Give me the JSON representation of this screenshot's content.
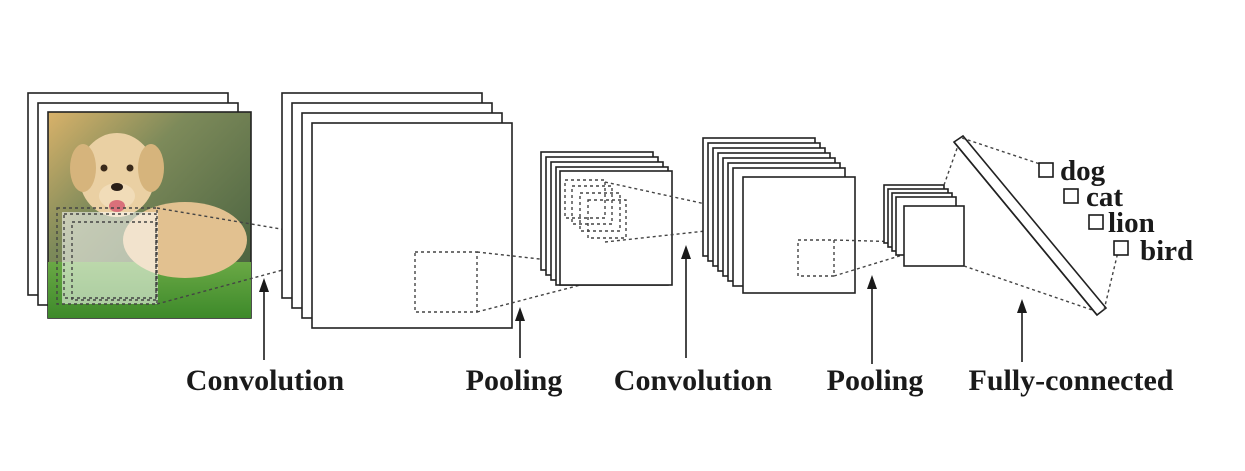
{
  "stages": {
    "convolution_1": "Convolution",
    "pooling_1": "Pooling",
    "convolution_2": "Convolution",
    "pooling_2": "Pooling",
    "fully_connected": "Fully-connected"
  },
  "classes": [
    "dog",
    "cat",
    "lion",
    "bird"
  ],
  "colors": {
    "line": "#222222",
    "text": "#1a1a1a",
    "grass": "#4f9a35",
    "background_blur": "#5c7450",
    "dog_fur": "#e6c89a"
  },
  "icons": [
    "dog-photo-icon",
    "output-checkbox-icon",
    "pointer-arrow-icon"
  ]
}
